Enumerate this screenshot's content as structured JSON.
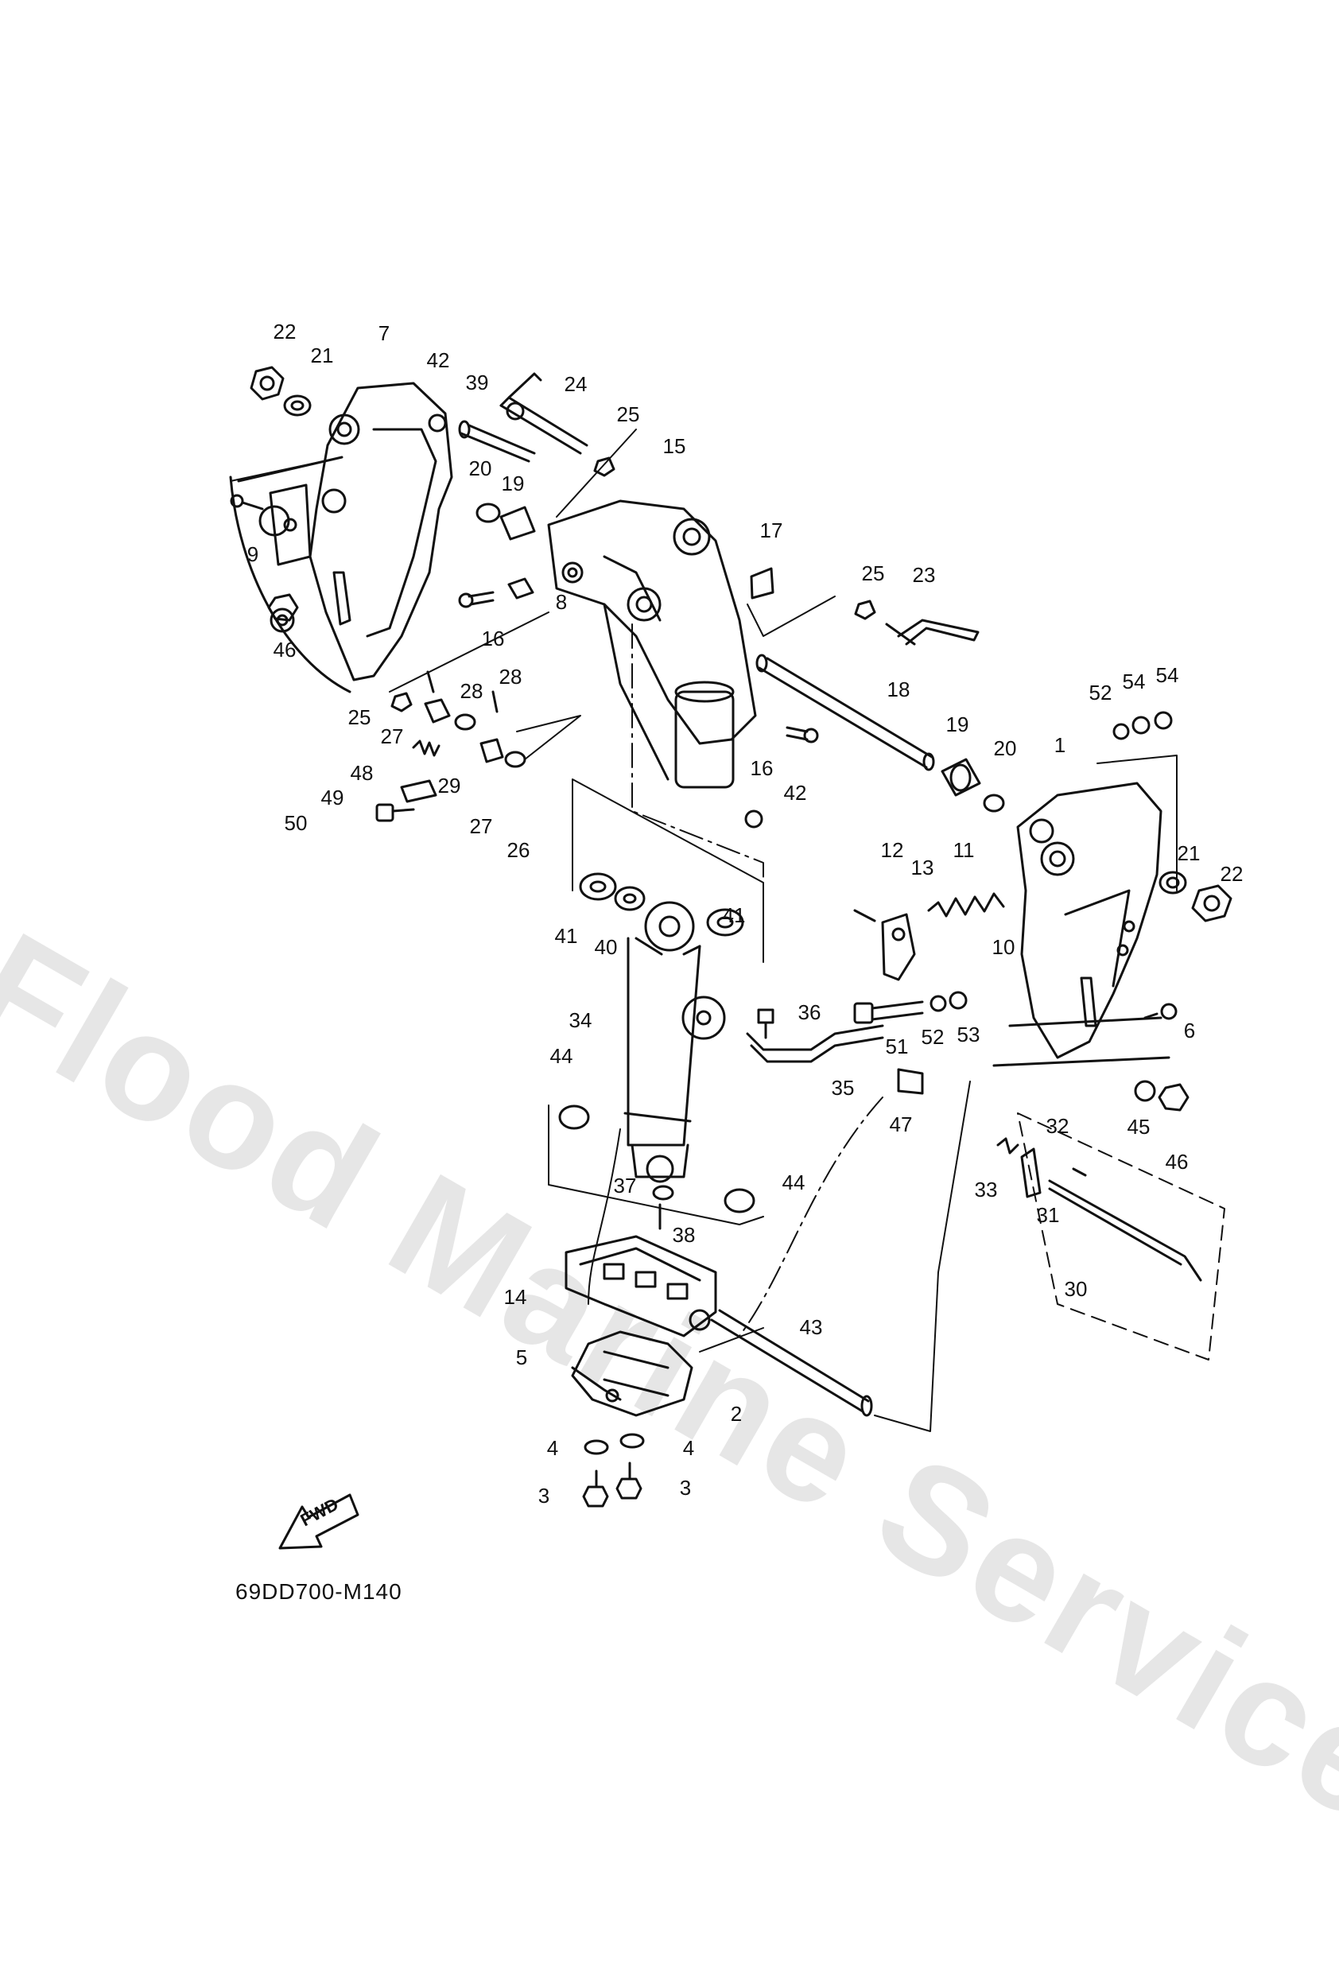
{
  "watermark": "Flood Marine Services",
  "diagram_code": "69DD700-M140",
  "fwd_label": "FWD",
  "parts": [
    {
      "label": "22"
    },
    {
      "label": "21"
    },
    {
      "label": "7"
    },
    {
      "label": "42"
    },
    {
      "label": "39"
    },
    {
      "label": "24"
    },
    {
      "label": "25"
    },
    {
      "label": "15"
    },
    {
      "label": "20"
    },
    {
      "label": "19"
    },
    {
      "label": "9"
    },
    {
      "label": "17"
    },
    {
      "label": "25"
    },
    {
      "label": "23"
    },
    {
      "label": "8"
    },
    {
      "label": "16"
    },
    {
      "label": "46"
    },
    {
      "label": "28"
    },
    {
      "label": "28"
    },
    {
      "label": "25"
    },
    {
      "label": "27"
    },
    {
      "label": "18"
    },
    {
      "label": "48"
    },
    {
      "label": "29"
    },
    {
      "label": "52"
    },
    {
      "label": "54"
    },
    {
      "label": "54"
    },
    {
      "label": "19"
    },
    {
      "label": "20"
    },
    {
      "label": "1"
    },
    {
      "label": "49"
    },
    {
      "label": "27"
    },
    {
      "label": "16"
    },
    {
      "label": "50"
    },
    {
      "label": "26"
    },
    {
      "label": "42"
    },
    {
      "label": "12"
    },
    {
      "label": "13"
    },
    {
      "label": "11"
    },
    {
      "label": "21"
    },
    {
      "label": "22"
    },
    {
      "label": "41"
    },
    {
      "label": "40"
    },
    {
      "label": "41"
    },
    {
      "label": "10"
    },
    {
      "label": "36"
    },
    {
      "label": "6"
    },
    {
      "label": "34"
    },
    {
      "label": "51"
    },
    {
      "label": "52"
    },
    {
      "label": "53"
    },
    {
      "label": "44"
    },
    {
      "label": "35"
    },
    {
      "label": "47"
    },
    {
      "label": "45"
    },
    {
      "label": "46"
    },
    {
      "label": "32"
    },
    {
      "label": "33"
    },
    {
      "label": "31"
    },
    {
      "label": "37"
    },
    {
      "label": "44"
    },
    {
      "label": "38"
    },
    {
      "label": "30"
    },
    {
      "label": "14"
    },
    {
      "label": "43"
    },
    {
      "label": "5"
    },
    {
      "label": "2"
    },
    {
      "label": "4"
    },
    {
      "label": "4"
    },
    {
      "label": "3"
    },
    {
      "label": "3"
    }
  ]
}
